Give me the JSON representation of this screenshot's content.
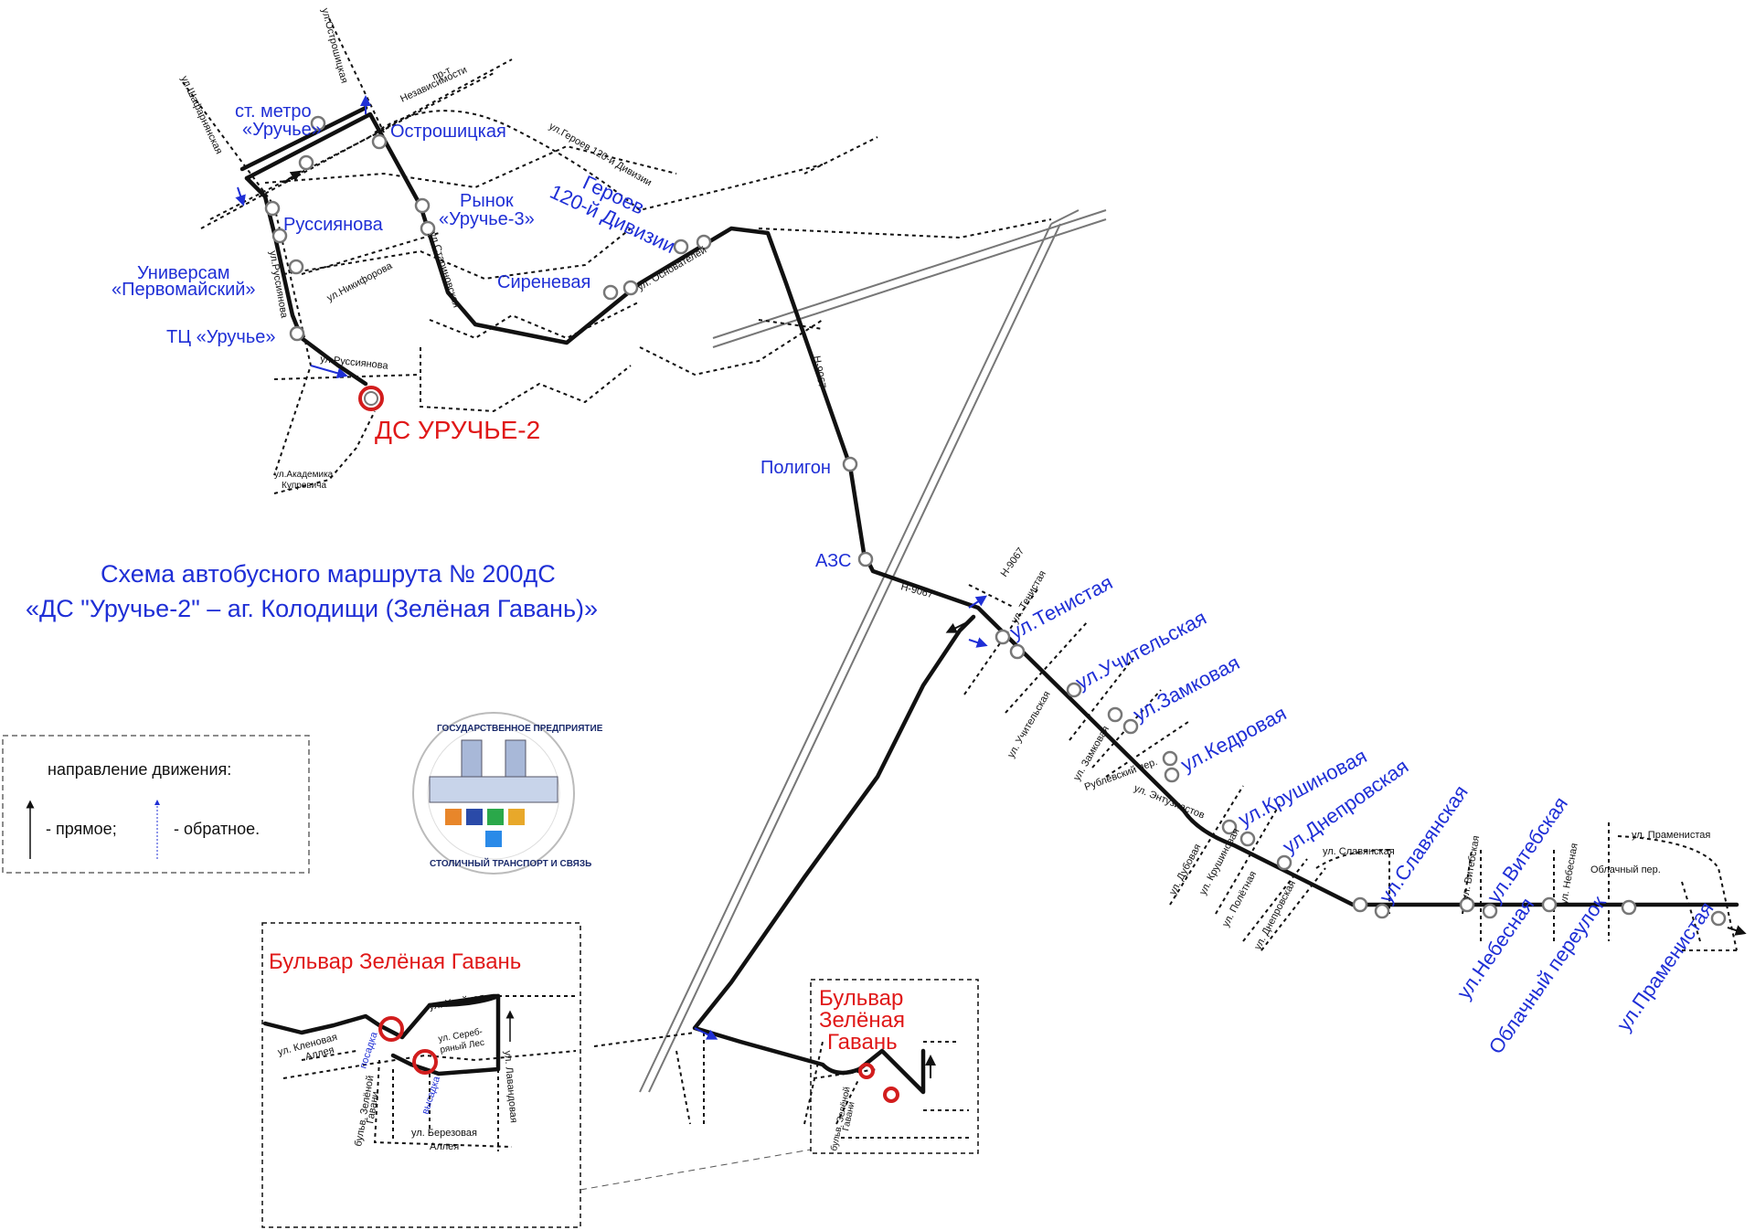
{
  "title": {
    "line1": "Схема автобусного маршрута № 200дС",
    "line2": "«ДС \"Уручье-2\" – аг. Колодищи (Зелёная Гавань)»"
  },
  "terminal": "ДС УРУЧЬЕ-2",
  "stops": {
    "metro_1": "ст. метро",
    "metro_2": "«Уручье»",
    "ostroshitskaya": "Острошицкая",
    "rynok_1": "Рынок",
    "rynok_2": "«Уручье-3»",
    "russiyanova": "Руссиянова",
    "universam_1": "Универсам",
    "universam_2": "«Первомайский»",
    "tc": "ТЦ «Уручье»",
    "sirenevaya": "Сиреневая",
    "geroev_1": "Героев",
    "geroev_2": "120-й Дивизии",
    "poligon": "Полигон",
    "azs": "АЗС",
    "tenistaya": "ул.Тенистая",
    "uchitelskaya": "ул.Учительская",
    "zamkovaya": "ул.Замковая",
    "kedrovaya": "ул.Кедровая",
    "krushinovaya": "ул.Крушиновая",
    "dneprovskaya": "ул.Днепровская",
    "slavyanskaya": "ул.Славянская",
    "vitebskaya": "ул.Витебская",
    "nebesnaya": "ул.Небесная",
    "oblachny": "Облачный переулок",
    "pramenistaya": "ул.Праменистая"
  },
  "streets": {
    "shafarnyanskaya": "ул.Шафарнянская",
    "ostroshitskaya": "ул.Острошицкая",
    "nezavisimosti_1": "пр-т",
    "nezavisimosti_2": "Независимости",
    "geroev120": "ул.Героев 120-й Дивизии",
    "starinovskaya": "ул.Стариновская",
    "nikiforova": "ул.Никифорова",
    "osnovateley": "ул. Основателей",
    "russiyanova_v": "ул.Руссиянова",
    "russiyanova_h": "ул.Руссиянова",
    "akademika_1": "ул.Академика",
    "akademika_2": "Купревича",
    "h9067_a": "Н-9067",
    "h9067_b": "Н-9067",
    "h9067_c": "Н-9067",
    "tenistaya": "ул. Тенистая",
    "uchitelskaya": "ул. Учительская",
    "zamkovaya": "ул. Замковая",
    "rublevsky": "Рублёвский пер.",
    "entuziastov": "ул. Энтузиастов",
    "dubovaya": "ул. Дубовая",
    "krushinovaya": "ул. Крушиновая",
    "polyotnaya": "ул. Полётная",
    "dneprovskaya": "ул. Днепровская",
    "slavyanskaya": "ул. Славянская",
    "vitebskaya": "ул. Витебская",
    "nebesnaya": "ул. Небесная",
    "oblachny": "Облачный пер.",
    "pramenistaya": "ул. Праменистая"
  },
  "legend": {
    "title": "направление движения:",
    "forward": "- прямое;",
    "reverse": "- обратное."
  },
  "logo": {
    "top": "ГОСУДАРСТВЕННОЕ ПРЕДПРИЯТИЕ",
    "bottom": "СТОЛИЧНЫЙ ТРАНСПОРТ И СВЯЗЬ"
  },
  "inset_large": {
    "title": "Бульвар Зелёная Гавань",
    "khvoinaya": "ул. Хвойная",
    "klenovaya_1": "ул. Кленовая",
    "klenovaya_2": "Аллея",
    "serebr_1": "ул. Сереб-",
    "serebr_2": "ряный Лес",
    "lavandovaya": "ул. Лавандовая",
    "bulvar_1": "бульв. Зелёной",
    "bulvar_2": "Гавани",
    "berezovaya_1": "ул. Березовая",
    "berezovaya_2": "Аллея",
    "posadka": "посадка",
    "vysadka": "высадка"
  },
  "inset_small": {
    "line1": "Бульвар",
    "line2": "Зелёная",
    "line3": "Гавань",
    "bulvar_1": "бульв. Зелёной",
    "bulvar_2": "Гавани"
  },
  "colors": {
    "route": "#111111",
    "stop_text": "#1f2fd6",
    "terminal": "#e01818",
    "reverse_arrow": "#1f2fd6"
  }
}
